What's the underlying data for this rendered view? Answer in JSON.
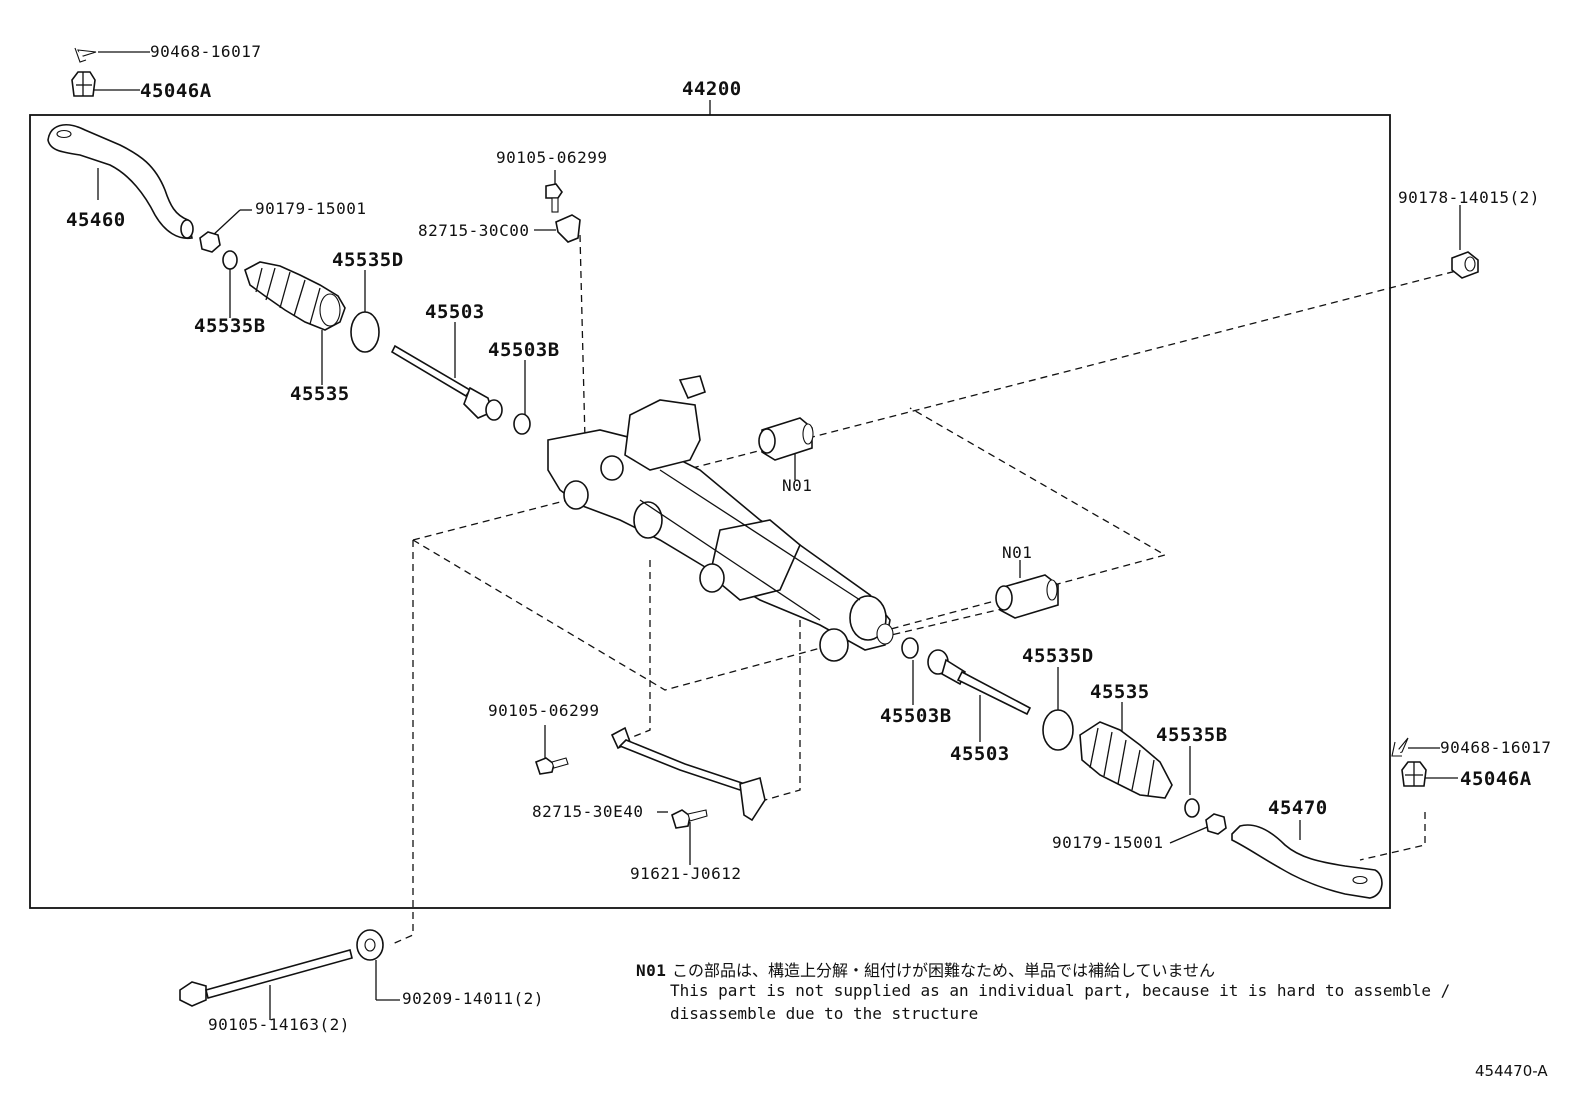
{
  "assembly": {
    "label": "44200"
  },
  "parts": {
    "p_9046816017_left": "90468-16017",
    "p_45046a_left": "45046A",
    "p_45460": "45460",
    "p_9017915001_left": "90179-15001",
    "p_45535d_left": "45535D",
    "p_45535b_left": "45535B",
    "p_45535_left": "45535",
    "p_45503_left": "45503",
    "p_45503b_left": "45503B",
    "p_9010506299_top": "90105-06299",
    "p_8271530c00": "82715-30C00",
    "p_n01_top": "N01",
    "p_9017814015": "90178-14015(2)",
    "p_n01_mid": "N01",
    "p_45503b_right": "45503B",
    "p_45503_right": "45503",
    "p_45535d_right": "45535D",
    "p_45535_right": "45535",
    "p_45535b_right": "45535B",
    "p_45470": "45470",
    "p_9017915001_right": "90179-15001",
    "p_9046816017_right": "90468-16017",
    "p_45046a_right": "45046A",
    "p_9010506299_bottom": "90105-06299",
    "p_8271530e40": "82715-30E40",
    "p_91621j0612": "91621-J0612",
    "p_9010514163": "90105-14163(2)",
    "p_9020914011": "90209-14011(2)"
  },
  "note": {
    "code": "N01",
    "japanese": "この部品は、構造上分解・組付けが困難なため、単品では補給していません",
    "english_line1": "This part is not supplied as an individual part, because it is hard to assemble /",
    "english_line2": "disassemble due to the structure"
  },
  "figure_id": "454470-A"
}
